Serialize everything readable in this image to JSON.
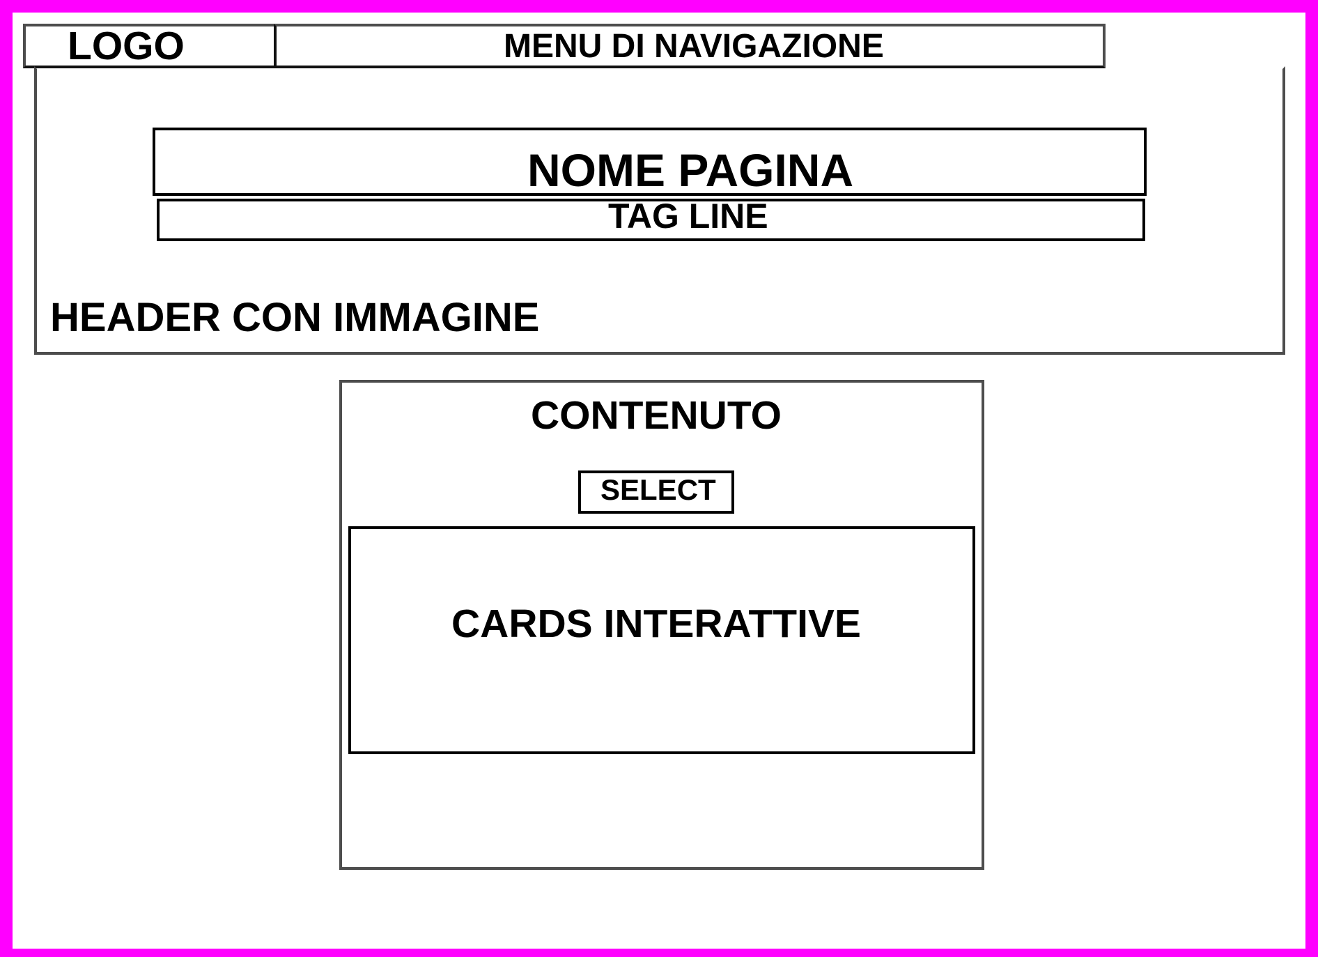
{
  "colors": {
    "frame": "#ff00ff",
    "outline_grey": "#4d4d4d",
    "outline_black": "#000000",
    "background": "#ffffff"
  },
  "nav": {
    "logo_label": "LOGO",
    "menu_label": "MENU DI NAVIGAZIONE"
  },
  "header": {
    "page_name": "NOME PAGINA",
    "tag_line": "TAG LINE",
    "label": "HEADER CON IMMAGINE"
  },
  "content": {
    "title": "CONTENUTO",
    "select_label": "SELECT",
    "cards_label": "CARDS INTERATTIVE"
  }
}
